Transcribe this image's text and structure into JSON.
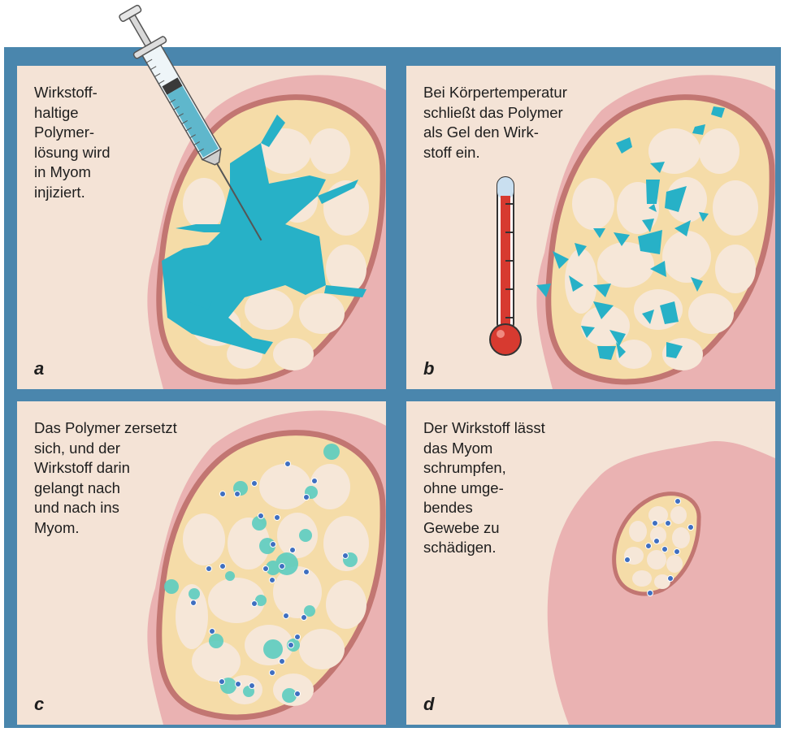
{
  "panels": [
    {
      "id": "a",
      "label": "a",
      "caption": "Wirkstoff-\nhaltige\nPolymer-\nlösung wird\nin Myom\ninjiziert."
    },
    {
      "id": "b",
      "label": "b",
      "caption": "Bei Körpertemperatur\nschließt das Polymer\nals Gel den Wirk-\nstoff ein."
    },
    {
      "id": "c",
      "label": "c",
      "caption": "Das Polymer zersetzt\nsich, und der\nWirkstoff darin\ngelangt nach\nund nach ins\nMyom."
    },
    {
      "id": "d",
      "label": "d",
      "caption": "Der Wirkstoff lässt\ndas Myom\nschrumpfen,\nohne umge-\nbendes\nGewebe zu\nschädigen."
    }
  ],
  "colors": {
    "frame": "#4a86ad",
    "panel_background": "#f4e3d6",
    "surrounding_tissue": "#eab2b2",
    "myoma_capsule": "#c27672",
    "myoma_matrix": "#f5dca8",
    "myoma_cells": "#f6e7d8",
    "polymer_solution": "#27b1c7",
    "polymer_degrading": "#5ccdc0",
    "drug_particle": "#3f6fc0",
    "thermometer_liquid": "#d73a30"
  },
  "icons": [
    "syringe-icon",
    "thermometer-icon"
  ]
}
